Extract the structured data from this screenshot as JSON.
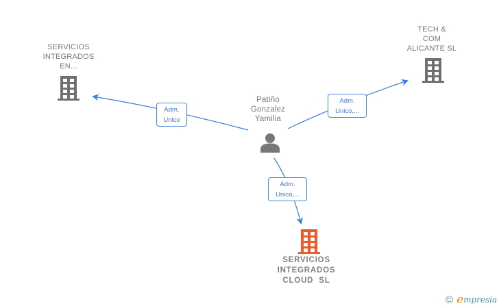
{
  "diagram": {
    "center_person": {
      "name_lines": [
        "Patiño",
        "Gonzalez",
        "Yamilia"
      ],
      "icon": "person-icon",
      "color": "#777777"
    },
    "companies": [
      {
        "id": "servicios-integrados-en",
        "name_lines": [
          "SERVICIOS",
          "INTEGRADOS",
          "EN..."
        ],
        "icon": "building-icon",
        "color": "#707070",
        "highlighted": false
      },
      {
        "id": "tech-com-alicante",
        "name_lines": [
          "TECH &",
          "COM",
          "ALICANTE SL"
        ],
        "icon": "building-icon",
        "color": "#707070",
        "highlighted": false
      },
      {
        "id": "servicios-integrados-cloud",
        "name_lines": [
          "SERVICIOS",
          "INTEGRADOS",
          "CLOUD  SL"
        ],
        "icon": "building-icon",
        "color": "#f05a28",
        "highlighted": true
      }
    ],
    "relations": [
      {
        "from": "center_person",
        "to": "servicios-integrados-en",
        "label_lines": [
          "Adm.",
          "Unico"
        ]
      },
      {
        "from": "center_person",
        "to": "tech-com-alicante",
        "label_lines": [
          "Adm.",
          "Unico,..."
        ]
      },
      {
        "from": "center_person",
        "to": "servicios-integrados-cloud",
        "label_lines": [
          "Adm.",
          "Unico,..."
        ]
      }
    ],
    "edge_color": "#3a7fd9"
  },
  "footer": {
    "copyright_symbol": "©",
    "brand_initial": "e",
    "brand_rest": "mpresia"
  }
}
